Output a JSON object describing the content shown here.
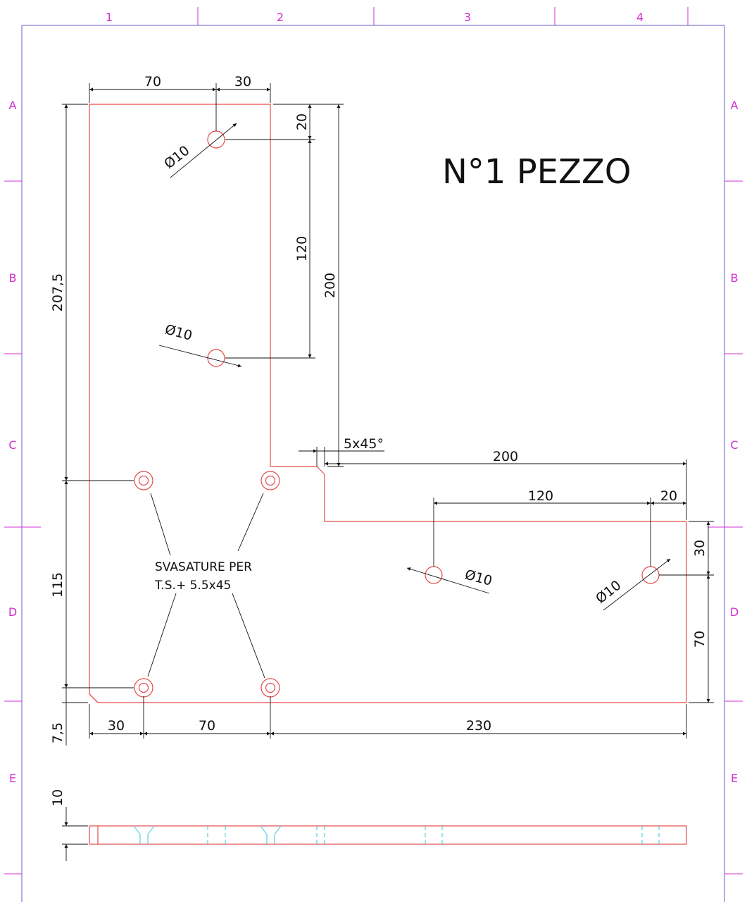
{
  "title": "N°1 PEZZO",
  "note": {
    "line1": "SVASATURE PER",
    "line2": "T.S.+ 5.5x45"
  },
  "zones": {
    "columns": [
      "1",
      "2",
      "3",
      "4"
    ],
    "rows": [
      "A",
      "B",
      "C",
      "D",
      "E"
    ]
  },
  "dimensions": {
    "top_70": "70",
    "top_30": "30",
    "right_20": "20",
    "inner_120": "120",
    "inner_200": "200",
    "left_2075": "207,5",
    "left_115": "115",
    "left_75": "7,5",
    "chamfer": "5x45°",
    "mid_200": "200",
    "mid_120": "120",
    "mid_20": "20",
    "right_30": "30",
    "right_70": "70",
    "bottom_30": "30",
    "bottom_70": "70",
    "bottom_230": "230",
    "thickness_10": "10",
    "dia_top": "Ø10",
    "dia_mid": "Ø10",
    "dia_right_a": "Ø10",
    "dia_right_b": "Ø10"
  },
  "colors": {
    "part": "#e34b4b",
    "dimension": "#111111",
    "frame": "#6b5ec9",
    "zone": "#d42fd4",
    "hidden": "#35c8d6"
  }
}
